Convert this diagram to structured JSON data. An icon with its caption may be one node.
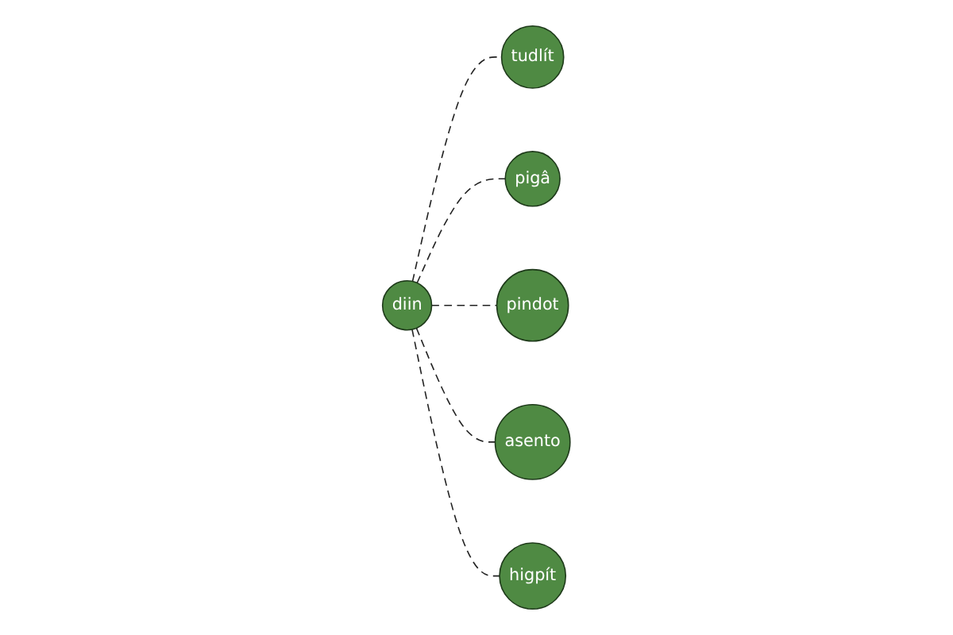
{
  "diagram": {
    "nodes": [
      {
        "text": [
          "diin"
        ]
      },
      {
        "text": [
          "tudlít"
        ]
      },
      {
        "text": [
          "pigâ"
        ]
      },
      {
        "text": [
          "pindot"
        ]
      },
      {
        "text": [
          "asento"
        ]
      },
      {
        "text": [
          "higpít"
        ]
      }
    ],
    "edges": [
      {
        "from": 0,
        "to": 1,
        "arrow": "none",
        "style": "dashed"
      },
      {
        "from": 0,
        "to": 2,
        "arrow": "none",
        "style": "dashed"
      },
      {
        "from": 0,
        "to": 3,
        "arrow": "none",
        "style": "dashed"
      },
      {
        "from": 0,
        "to": 4,
        "arrow": "none",
        "style": "dashed"
      },
      {
        "from": 0,
        "to": 5,
        "arrow": "none",
        "style": "dashed"
      }
    ]
  }
}
